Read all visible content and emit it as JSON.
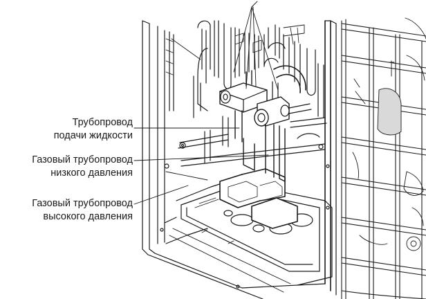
{
  "labels": {
    "liquid_pipe": {
      "line1": "Трубопровод",
      "line2": "подачи жидкости"
    },
    "low_pressure_gas_pipe": {
      "line1": "Газовый трубопровод",
      "line2": "низкого давления"
    },
    "high_pressure_gas_pipe": {
      "line1": "Газовый трубопровод",
      "line2": "высокого давления"
    }
  },
  "colors": {
    "line": "#1a1a1a",
    "fill": "#ffffff",
    "shade": "#d9d9d9"
  }
}
